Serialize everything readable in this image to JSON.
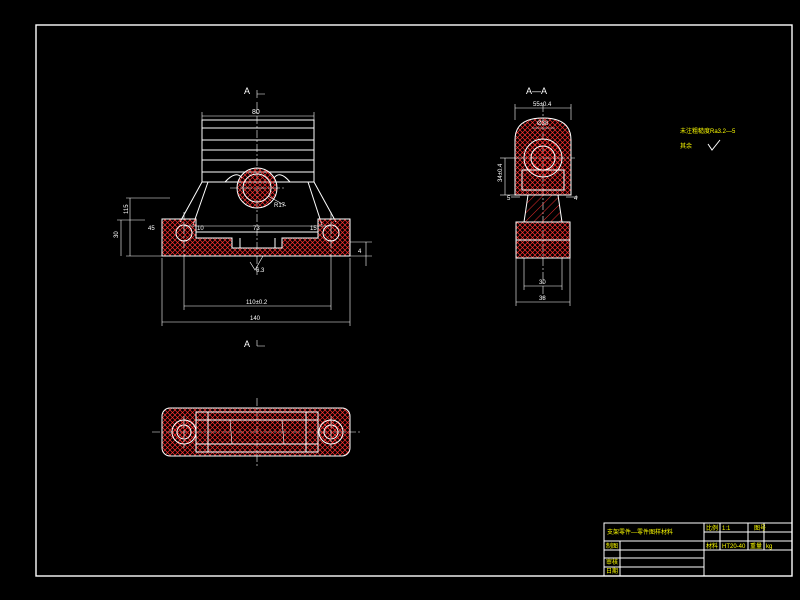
{
  "colors": {
    "background": "#000000",
    "lines": "#ffffff",
    "accent": "#ffff00",
    "hatch": "#ff3030"
  },
  "front_view": {
    "section_mark_top": "A",
    "section_mark_bottom": "A",
    "dim_width_top": "80",
    "dim_radius": "R17",
    "dim_left_height": "115",
    "dim_left_small": "30",
    "dim_left_angle": "45",
    "dim_10": "10",
    "dim_73": "73",
    "dim_15": "15",
    "dim_110": "110±0.2",
    "dim_140": "140",
    "dim_right": "4",
    "roughness": "6.3"
  },
  "section_view": {
    "label": "A—A",
    "dim_top": "55±0.4",
    "dim_hole": "Ø38",
    "dim_left": "34±0.4",
    "dim_5": "5",
    "dim_4": "4",
    "dim_30": "30",
    "dim_38": "38"
  },
  "notes": {
    "roughness_note": "未注粗糙度Ra3.2—5",
    "other_label": "其余"
  },
  "title_block": {
    "part_name": "支架零件—零件图样材料",
    "material_label": "比例",
    "scale_value": "1:1",
    "drawing_no_label": "图号",
    "drawn_label": "制图",
    "checked_label": "审核",
    "date_label": "日期",
    "material_field": "材料",
    "material_value": "HT20-40",
    "weight_label": "重量",
    "weight_value": "kg"
  }
}
